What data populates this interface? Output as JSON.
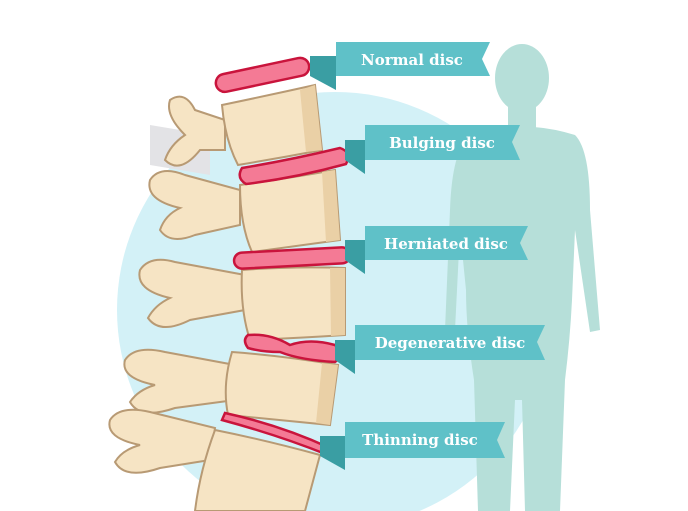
{
  "labels": [
    {
      "text": "Normal disc"
    },
    {
      "text": "Bulging disc"
    },
    {
      "text": "Herniated disc"
    },
    {
      "text": "Degenerative disc"
    },
    {
      "text": "Thinning disc"
    }
  ],
  "colors": {
    "ribbon": "#5fc1c8",
    "ribbon_fold": "#3a9ea3",
    "circle": "#d3f1f7",
    "silhouette": "#b6dfd9",
    "bone": "#f6e4c4",
    "disc": "#f47a95",
    "disc_outline": "#c9143c"
  }
}
